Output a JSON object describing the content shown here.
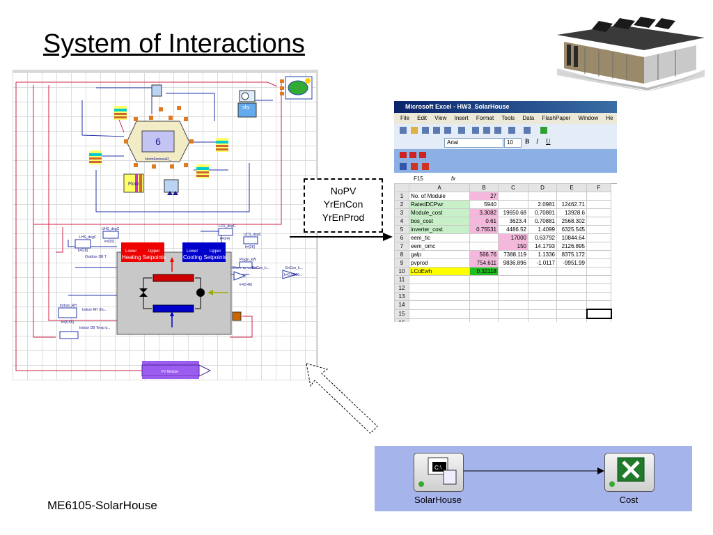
{
  "title": "System of Interactions",
  "footer": "ME6105-SolarHouse",
  "diagram": {
    "zone_number": "6",
    "zone_name": "Norm6zonesA2_",
    "floor_label": "Floor",
    "sky_label": "sky",
    "heating_setpoints": "Heating Setpoints",
    "cooling_setpoints": "Cooling Setpoints",
    "lower": "Lower",
    "upper": "Upper",
    "pv_module": "PV Module",
    "labels": {
      "lhs": "LHS_degC",
      "uhs": "UHS_degC",
      "lcs": "LCS_degC",
      "ucs": "UCS_degC",
      "outdoor": "Outdoor DB T",
      "indoor_rh_box": "Indoor_RH",
      "indoor_rh": "Indoor RH (fro...",
      "indoor_db": "Indoor DB Temp d...",
      "elec": "Elec Pwr Consu...",
      "plugin": "Plugin_kW",
      "encon": "EnCon_k...",
      "encon2": "EnCon_k...",
      "k18": "k=[18]",
      "k20": "k=[20]",
      "k24": "k=[24]",
      "k26": "k=[26]",
      "k065": "k=[0.65]",
      "k046": "k=[0.46]",
      "k3600": "k=[1/3600..."
    }
  },
  "vars": [
    "NoPV",
    "YrEnCon",
    "YrEnProd"
  ],
  "excel": {
    "title": "Microsoft Excel - HW3_SolarHouse",
    "menu": [
      "File",
      "Edit",
      "View",
      "Insert",
      "Format",
      "Tools",
      "Data",
      "FlashPaper",
      "Window",
      "He"
    ],
    "font": "Arial",
    "size": "10",
    "namebox": "F15",
    "fx": "fx",
    "cols": [
      "A",
      "B",
      "C",
      "D",
      "E",
      "F"
    ],
    "rows": [
      {
        "n": "1",
        "a": "No. of Module",
        "b": "27",
        "c": "",
        "d": "",
        "e": ""
      },
      {
        "n": "2",
        "a": "RatedDCPwr",
        "b": "5940",
        "c": "",
        "d": "2.0981",
        "e": "12462.71"
      },
      {
        "n": "3",
        "a": "Module_cost",
        "b": "3.3082",
        "c": "19650.68",
        "d": "0.70881",
        "e": "13928.6"
      },
      {
        "n": "4",
        "a": "bos_cost",
        "b": "0.61",
        "c": "3623.4",
        "d": "0.70881",
        "e": "2568.302"
      },
      {
        "n": "5",
        "a": "inverter_cost",
        "b": "0.75531",
        "c": "4486.52",
        "d": "1.4099",
        "e": "6325.545"
      },
      {
        "n": "6",
        "a": "eem_tic",
        "b": "",
        "c": "17000",
        "d": "0.63792",
        "e": "10844.64"
      },
      {
        "n": "7",
        "a": "eem_omc",
        "b": "",
        "c": "150",
        "d": "14.1793",
        "e": "2126.895"
      },
      {
        "n": "8",
        "a": "galp",
        "b": "566.76",
        "c": "7388.119",
        "d": "1.1336",
        "e": "8375.172"
      },
      {
        "n": "9",
        "a": "pvprod",
        "b": "754.611",
        "c": "9836.896",
        "d": "-1.0117",
        "e": "-9951.99"
      },
      {
        "n": "10",
        "a": "LCoEwh",
        "b": "0.32118",
        "c": "",
        "d": "",
        "e": ""
      },
      {
        "n": "11",
        "a": "",
        "b": "",
        "c": "",
        "d": "",
        "e": ""
      },
      {
        "n": "12",
        "a": "",
        "b": "",
        "c": "",
        "d": "",
        "e": ""
      },
      {
        "n": "13",
        "a": "",
        "b": "",
        "c": "",
        "d": "",
        "e": ""
      },
      {
        "n": "14",
        "a": "",
        "b": "",
        "c": "",
        "d": "",
        "e": ""
      },
      {
        "n": "15",
        "a": "",
        "b": "",
        "c": "",
        "d": "",
        "e": ""
      },
      {
        "n": "16",
        "a": "",
        "b": "",
        "c": "",
        "d": "",
        "e": ""
      }
    ]
  },
  "workflow": {
    "node1": "SolarHouse",
    "node1_icon_text": "C:\\",
    "node2": "Cost"
  },
  "colors": {
    "heating": "#ee0000",
    "cooling": "#0000cc",
    "workflow_bg": "#a6b4ec",
    "pv": "#9b5cf0"
  }
}
